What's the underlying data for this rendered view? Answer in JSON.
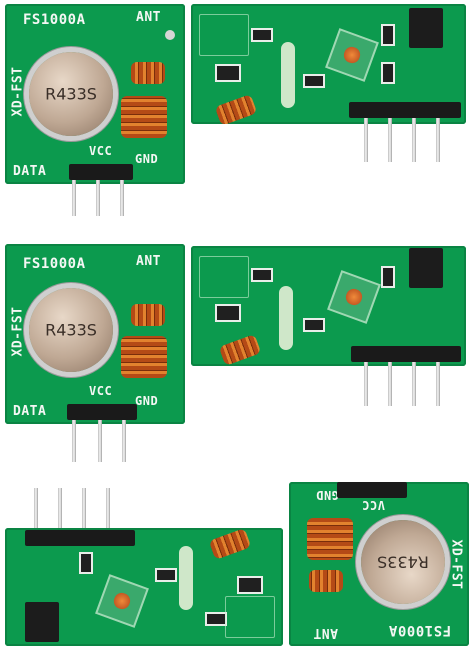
{
  "transmitter": {
    "model": "FS1000A",
    "brand": "XD-FST",
    "crystal": "R433S",
    "ant": "ANT",
    "vcc": "VCC",
    "gnd": "GND",
    "data": "DATA"
  },
  "colors": {
    "pcb": "#0c9a4e",
    "silkscreen": "#f4f7f4",
    "copper_coil": "#c8621f",
    "pin_header": "#1a1a1a"
  }
}
